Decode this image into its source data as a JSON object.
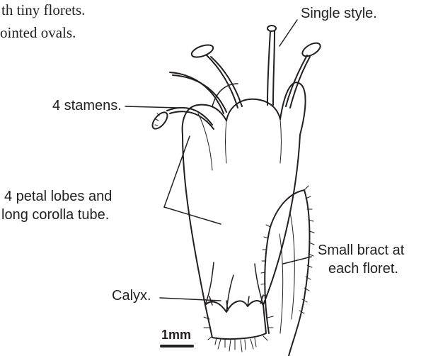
{
  "intro_text": {
    "line1": "th tiny florets.",
    "line2": "ointed ovals."
  },
  "labels": {
    "single_style": "Single style.",
    "stamens": "4 stamens.",
    "petal_lobes_line1": "4 petal lobes and",
    "petal_lobes_line2": "long corolla tube.",
    "bract_line1": "Small bract at",
    "bract_line2": "each floret.",
    "calyx": "Calyx."
  },
  "scale_bar": {
    "label": "1mm"
  },
  "colors": {
    "ink": "#231f20",
    "background": "#ffffff"
  }
}
